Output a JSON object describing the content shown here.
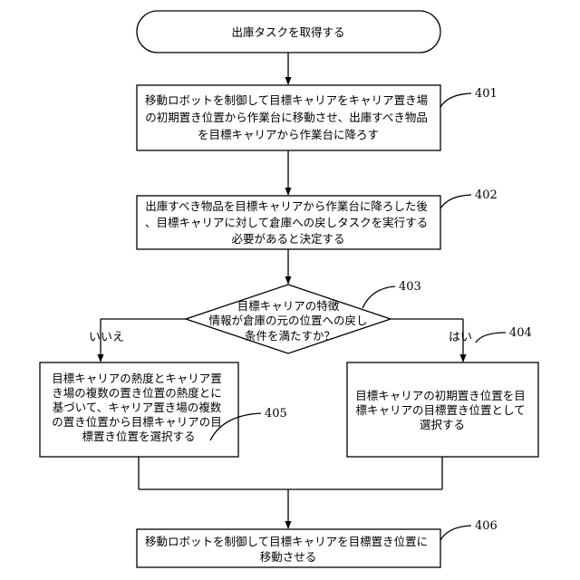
{
  "nodes": {
    "start": {
      "lines": [
        "出庫タスクを取得する"
      ]
    },
    "s401": {
      "lines": [
        "移動ロボットを制御して目標キャリアをキャリア置き場",
        "の初期置き位置から作業台に移動させ、出庫すべき物品",
        "を目標キャリアから作業台に降ろす"
      ],
      "ref": "401"
    },
    "s402": {
      "lines": [
        "出庫すべき物品を目標キャリアから作業台に降ろした後",
        "、目標キャリアに対して倉庫への戻しタスクを実行する",
        "必要があると決定する"
      ],
      "ref": "402"
    },
    "s403": {
      "lines": [
        "目標キャリアの特徴",
        "情報が倉庫の元の位置への戻し",
        "条件を満たすか？"
      ],
      "ref": "403"
    },
    "s404": {
      "lines": [
        "目標キャリアの初期置き位置を目",
        "標キャリアの目標置き位置として",
        "選択する"
      ],
      "ref": "404"
    },
    "s405": {
      "lines": [
        "目標キャリアの熱度とキャリア置",
        "き場の複数の置き位置の熱度とに",
        "基づいて、キャリア置き場の複数",
        "の置き位置から目標キャリアの目",
        "標置き位置を選択する"
      ],
      "ref": "405"
    },
    "s406": {
      "lines": [
        "移動ロボットを制御して目標キャリアを目標置き位置に",
        "移動させる"
      ],
      "ref": "406"
    }
  },
  "branches": {
    "no": "いいえ",
    "yes": "はい"
  }
}
